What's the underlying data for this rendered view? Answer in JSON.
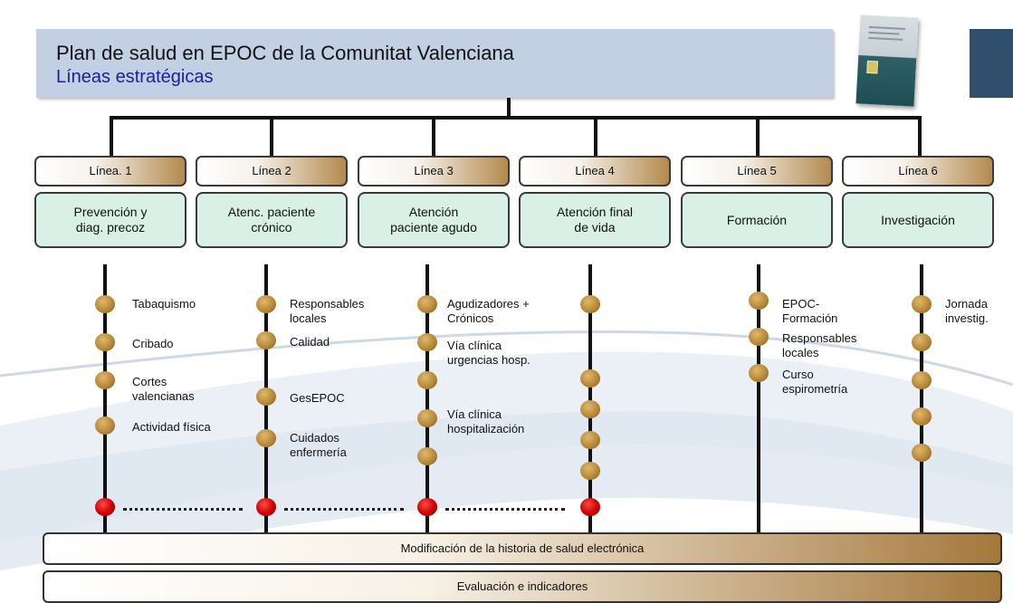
{
  "header": {
    "title": "Plan de salud en EPOC de la Comunitat Valenciana",
    "subtitle": "Líneas estratégicas"
  },
  "lines": [
    {
      "tab": "Línea. 1",
      "name": "Prevención y\ndiag. precoz",
      "items": [
        {
          "label": "Tabaquismo",
          "color": "gold"
        },
        {
          "label": "Cribado",
          "color": "gold"
        },
        {
          "label": "Cortes\nvalencianas",
          "color": "gold"
        },
        {
          "label": "Actividad física",
          "color": "gold"
        }
      ]
    },
    {
      "tab": "Línea 2",
      "name": "Atenc. paciente\ncrónico",
      "items": [
        {
          "label": "Responsables\nlocales",
          "color": "gold"
        },
        {
          "label": "Calidad",
          "color": "gold"
        },
        {
          "label": "GesEPOC",
          "color": "gold"
        },
        {
          "label": "Cuidados\nenfermería",
          "color": "gold"
        }
      ]
    },
    {
      "tab": "Línea 3",
      "name": "Atención\npaciente agudo",
      "items": [
        {
          "label": "Agudizadores +\nCrónicos",
          "color": "gold"
        },
        {
          "label": "Vía clínica\nurgencias hosp.",
          "color": "gold"
        },
        {
          "label": "",
          "color": "gold"
        },
        {
          "label": "Vía clínica\nhospitalización",
          "color": "gold"
        }
      ]
    },
    {
      "tab": "Línea 4",
      "name": "Atención final\nde vida",
      "items": []
    },
    {
      "tab": "Línea 5",
      "name": "Formación",
      "items": [
        {
          "label": "EPOC-\nFormación",
          "color": "gold"
        },
        {
          "label": "Responsables\nlocales",
          "color": "gold"
        },
        {
          "label": "Curso\nespirometría",
          "color": "gold"
        }
      ]
    },
    {
      "tab": "Línea 6",
      "name": "Investigación",
      "items": [
        {
          "label": "Jornada\ninvestig.",
          "color": "gold"
        }
      ]
    }
  ],
  "bands": {
    "ehr": "Modificación de la historia de salud electrónica",
    "eval": "Evaluación e indicadores"
  },
  "colors": {
    "header_bg": "#c3d0e3",
    "subtitle": "#1e1e9a",
    "line_box_bg": "#d9f0e6",
    "node_gold": "#b8893a",
    "node_red": "#cc0000",
    "band_gradient_end": "#a4783c"
  }
}
